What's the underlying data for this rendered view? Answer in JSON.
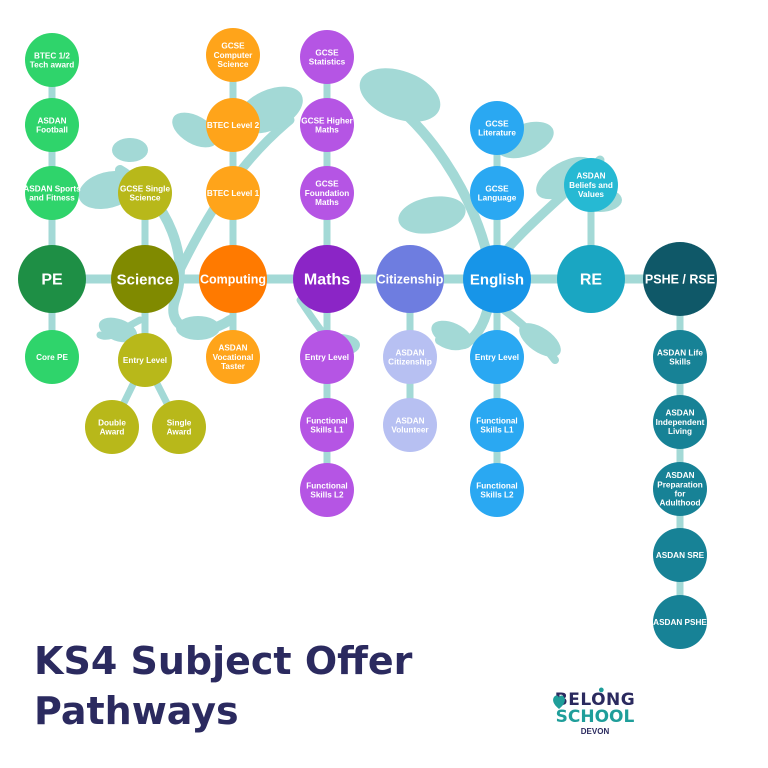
{
  "title_line1": "KS4 Subject Offer",
  "title_line2": "Pathways",
  "logo": {
    "line1": "BELONG",
    "line2": "SCHOOL",
    "line3": "DEVON"
  },
  "colors": {
    "vine": "#a3d9d6",
    "title": "#2b2a5f",
    "logo_teal": "#1f9e9a"
  },
  "subjects": [
    {
      "id": "pe",
      "label": "PE",
      "color": "#1e8f45",
      "text": "#ffffff",
      "above": [
        "BTEC 1/2 Tech award",
        "ASDAN Football",
        "ASDAN Sports and Fitness"
      ],
      "below": [
        "Core PE"
      ],
      "sub_color": "#2fd46b"
    },
    {
      "id": "science",
      "label": "Science",
      "color": "#808a00",
      "text": "#ffffff",
      "above": [
        "GCSE Single Science"
      ],
      "below": [
        "Entry Level"
      ],
      "sub_color": "#b8b81a",
      "branches": [
        "Double Award",
        "Single Award"
      ]
    },
    {
      "id": "computing",
      "label": "Computing",
      "color": "#ff7a00",
      "text": "#ffffff",
      "above": [
        "GCSE Computer Science",
        "BTEC Level 2",
        "BTEC Level 1"
      ],
      "below": [
        "ASDAN Vocational Taster"
      ],
      "sub_color": "#ffa41a"
    },
    {
      "id": "maths",
      "label": "Maths",
      "color": "#8b25c6",
      "text": "#ffffff",
      "above": [
        "GCSE Statistics",
        "GCSE Higher Maths",
        "GCSE Foundation Maths"
      ],
      "below": [
        "Entry Level",
        "Functional Skills L1",
        "Functional Skills L2"
      ],
      "sub_color": "#b555e4"
    },
    {
      "id": "citizenship",
      "label": "Citizenship",
      "color": "#6e7de0",
      "text": "#ffffff",
      "above": [],
      "below": [
        "ASDAN Citizenship",
        "ASDAN Volunteer"
      ],
      "sub_color": "#b7c0f2"
    },
    {
      "id": "english",
      "label": "English",
      "color": "#1795e8",
      "text": "#ffffff",
      "above": [
        "GCSE Literature",
        "GCSE Language"
      ],
      "below": [
        "Entry Level",
        "Functional Skills L1",
        "Functional Skills L2"
      ],
      "sub_color": "#2aa8f2"
    },
    {
      "id": "re",
      "label": "RE",
      "color": "#1aa6c2",
      "text": "#ffffff",
      "above": [
        "ASDAN Beliefs and Values"
      ],
      "below": [],
      "sub_color": "#26b9d3"
    },
    {
      "id": "pshe",
      "label": "PSHE / RSE",
      "color": "#0f5868",
      "text": "#ffffff",
      "above": [],
      "below": [
        "ASDAN Life Skills",
        "ASDAN Independent Living",
        "ASDAN Preparation for Adulthood",
        "ASDAN SRE",
        "ASDAN PSHE"
      ],
      "sub_color": "#178296"
    }
  ]
}
